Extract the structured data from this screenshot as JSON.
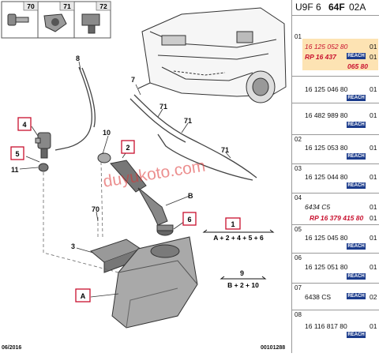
{
  "header": {
    "prefix": "U9F 6",
    "bold": "64F",
    "suffix": "02A"
  },
  "inset_labels": [
    "70",
    "71",
    "72"
  ],
  "callouts": {
    "c8": "8",
    "c7": "7",
    "c71a": "71",
    "c71b": "71",
    "c71c": "71",
    "c10": "10",
    "c2": "2",
    "c4": "4",
    "c5": "5",
    "c11": "11",
    "cB": "B",
    "c6": "6",
    "c70": "70",
    "c3": "3",
    "cA": "A",
    "c1": "1",
    "c9": "9"
  },
  "formula1": "A + 2 + 4 + 5 + 6",
  "formula2": "B + 2 + 10",
  "watermark": "duyukoto.com",
  "footer": {
    "left": "06/2016",
    "right": "00101288"
  },
  "badge": "REACH",
  "rows": [
    {
      "num": "01",
      "parts": [
        {
          "pn": "16 125 052 80",
          "qty": "01",
          "style": "red"
        },
        {
          "pn": "RP 16 437",
          "qty": "",
          "style": "redb"
        },
        {
          "pn": "065 80",
          "qty": "",
          "style": "redb"
        }
      ]
    },
    {
      "num": "",
      "parts": [
        {
          "pn": "16 125 046 80",
          "qty": "01"
        }
      ]
    },
    {
      "num": "",
      "parts": [
        {
          "pn": "16 482 989 80",
          "qty": "01"
        }
      ]
    },
    {
      "num": "02",
      "parts": [
        {
          "pn": "16 125 053 80",
          "qty": "01"
        }
      ]
    },
    {
      "num": "03",
      "parts": [
        {
          "pn": "16 125 044 80",
          "qty": "01"
        }
      ]
    },
    {
      "num": "04",
      "parts": [
        {
          "pn": "6434 C5",
          "qty": "01",
          "style": "it"
        },
        {
          "pn": "RP 16 379 415 80",
          "qty": "01",
          "style": "redb"
        }
      ]
    },
    {
      "num": "05",
      "parts": [
        {
          "pn": "16 125 045 80",
          "qty": "01"
        }
      ]
    },
    {
      "num": "06",
      "parts": [
        {
          "pn": "16 125 051 80",
          "qty": "01"
        }
      ]
    },
    {
      "num": "07",
      "parts": [
        {
          "pn": "6438 CS",
          "qty": "02"
        }
      ]
    },
    {
      "num": "08",
      "parts": [
        {
          "pn": "16 116 817 80",
          "qty": "01"
        }
      ]
    }
  ]
}
